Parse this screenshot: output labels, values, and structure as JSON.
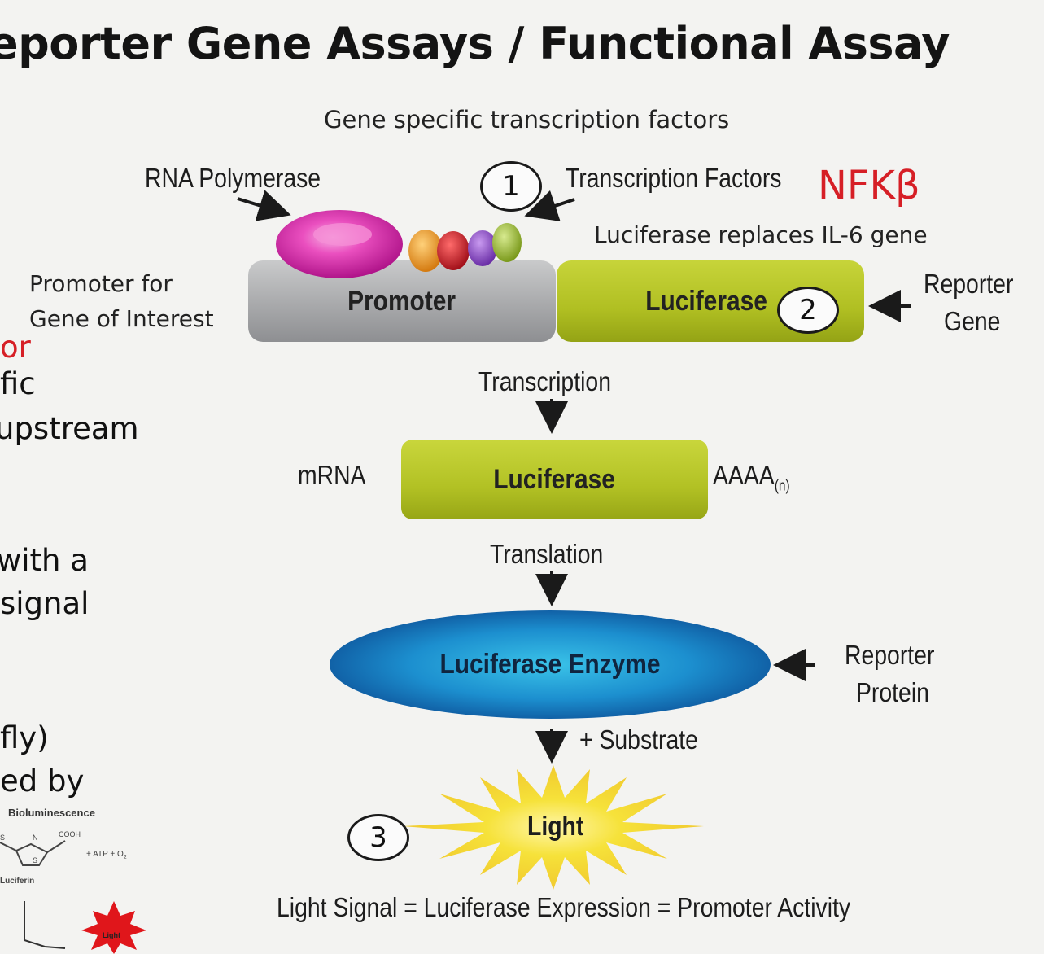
{
  "title": "eporter Gene Assays / Functional Assay",
  "header_caption": "Gene specific transcription factors",
  "rna_polymerase": "RNA Polymerase",
  "transcription_factors": "Transcription Factors",
  "nfkb": "NFKβ",
  "luciferase_replaces": "Luciferase replaces IL-6 gene",
  "promoter_label_1": "Promoter for",
  "promoter_label_2": "Gene of Interest",
  "promoter_box": "Promoter",
  "luciferase_gene_box": "Luciferase",
  "reporter_gene_1": "Reporter",
  "reporter_gene_2": "Gene",
  "step1": "1",
  "step2": "2",
  "step3": "3",
  "transcription": "Transcription",
  "mrna": "mRNA",
  "luciferase_mrna_box": "Luciferase",
  "poly_a": "AAAA",
  "poly_a_sub": "(n)",
  "translation": "Translation",
  "enzyme": "Luciferase Enzyme",
  "reporter_protein_1": "Reporter",
  "reporter_protein_2": "Protein",
  "substrate": "+ Substrate",
  "light": "Light",
  "light_signal": "Light Signal = Luciferase Expression = Promoter Activity",
  "left_fragments": [
    "or",
    "fic",
    "upstream",
    "with a",
    "signal",
    "fly)",
    "ed by"
  ],
  "mini_figure": {
    "label": "Bioluminescence",
    "cooh": "COOH",
    "n": "N",
    "s1": "S",
    "s2": "S",
    "reagents": "+ ATP + O",
    "reagents_sub": "2",
    "luciferin": "Luciferin",
    "light": "Light"
  }
}
